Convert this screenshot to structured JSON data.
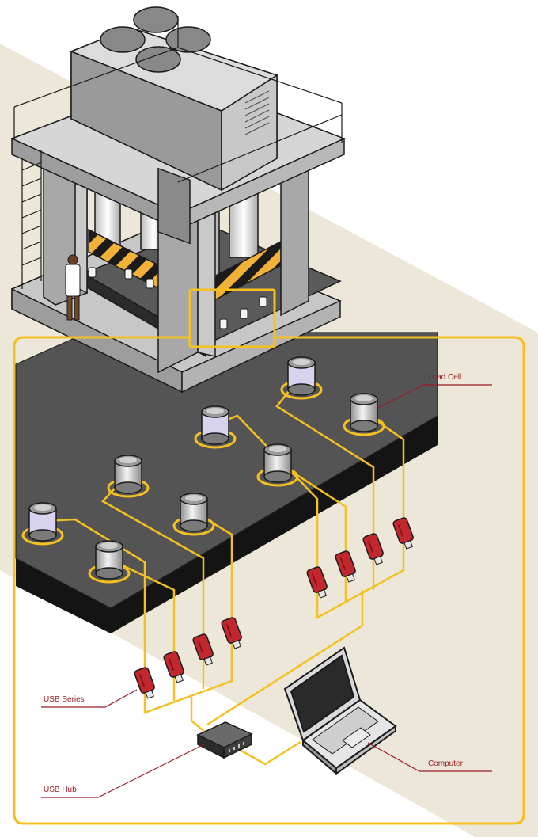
{
  "labels": {
    "load_cell": "Load Cell",
    "usb_series": "USB Series",
    "usb_hub": "USB Hub",
    "computer": "Computer"
  },
  "colors": {
    "cable": "#f5c021",
    "leader_line": "#9a1c24",
    "label_text": "#9a1c24",
    "usb_device": "#c1272d",
    "platform_top": "#545454",
    "platform_side": "#141414",
    "floor": "#ece7d9"
  },
  "icons": [
    "load-cell-icon",
    "usb-device-icon",
    "usb-hub-icon",
    "laptop-icon",
    "hydraulic-press-icon",
    "technician-icon"
  ]
}
